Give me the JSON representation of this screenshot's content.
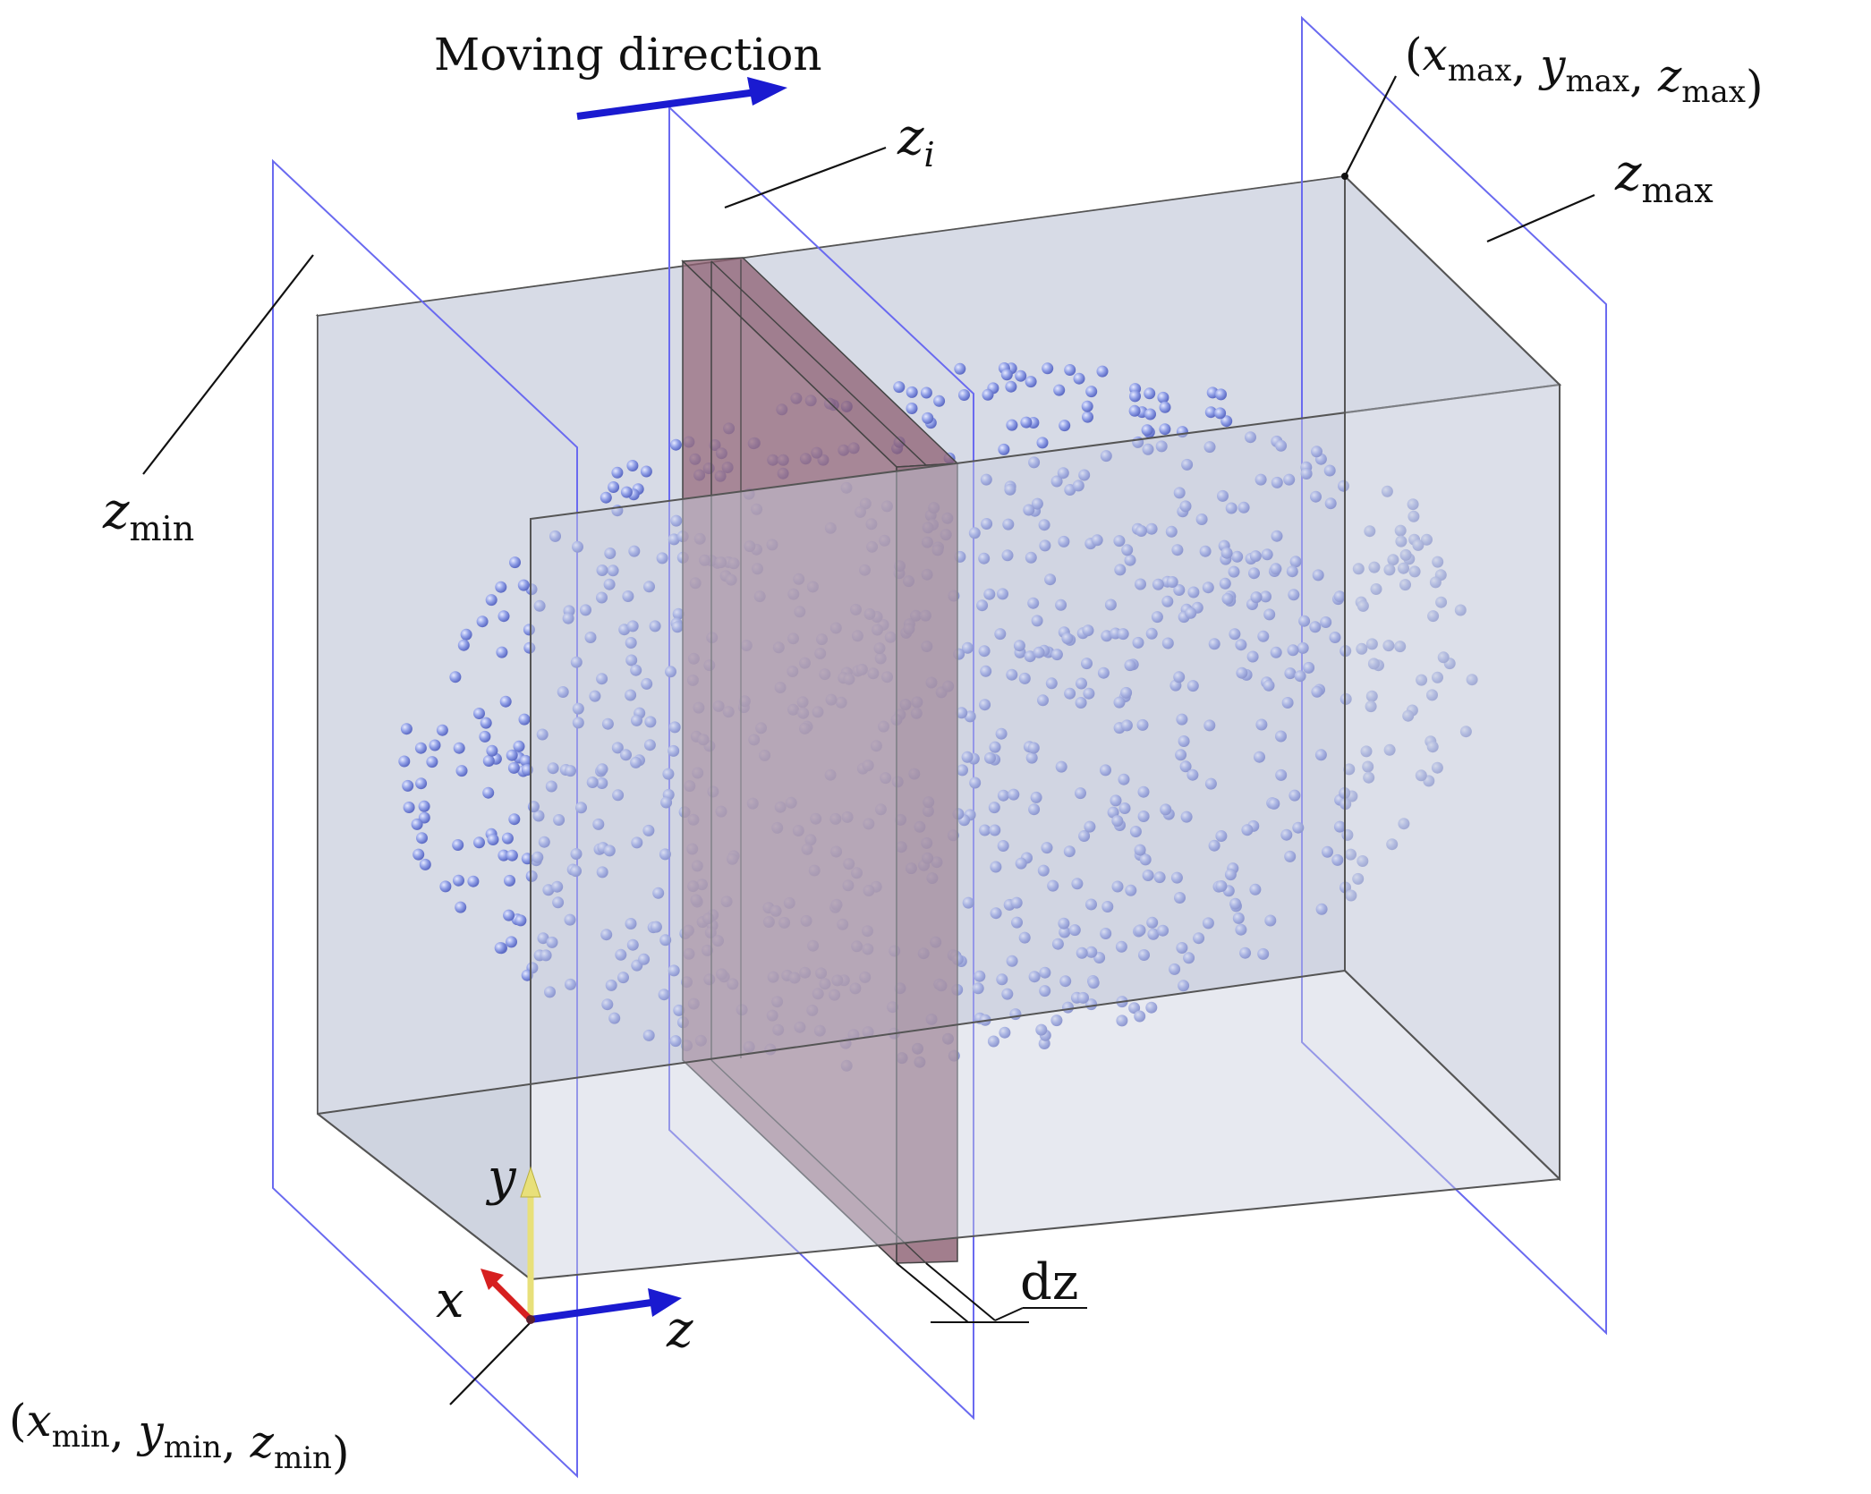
{
  "labels": {
    "moving_direction": "Moving direction",
    "z_i_base": "z",
    "z_i_sub": "i",
    "z_max_base": "z",
    "z_max_sub": "max",
    "z_min_base": "z",
    "z_min_sub": "min",
    "max_corner": "(xmax, ymax, zmax)",
    "min_corner": "(xmin, ymin, zmin)",
    "dz": "dz",
    "axis_x": "x",
    "axis_y": "y",
    "axis_z": "z"
  },
  "colors": {
    "box_fill": "#d3d8e4",
    "box_edge": "#555555",
    "plane_line": "#6a6af0",
    "slab_fill": "#9a6f80",
    "particle": "#8f9ee6",
    "arrow_blue": "#1a1ad0",
    "arrow_red": "#d62020",
    "arrow_yellow": "#e8e07a"
  },
  "particles": {
    "count": 900
  }
}
